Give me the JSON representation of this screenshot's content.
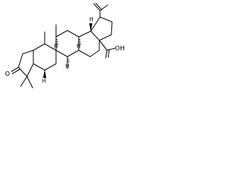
{
  "structure": {
    "atom_labels": {
      "ketone_oxygen": "O",
      "carboxylic_acid": "OH",
      "stereo_hydrogens": [
        "H",
        "H",
        "H",
        "H",
        "H"
      ]
    },
    "rings": 5,
    "substituents": [
      "isopropenyl",
      "carboxylic acid",
      "ketone",
      "gem-dimethyl"
    ]
  }
}
